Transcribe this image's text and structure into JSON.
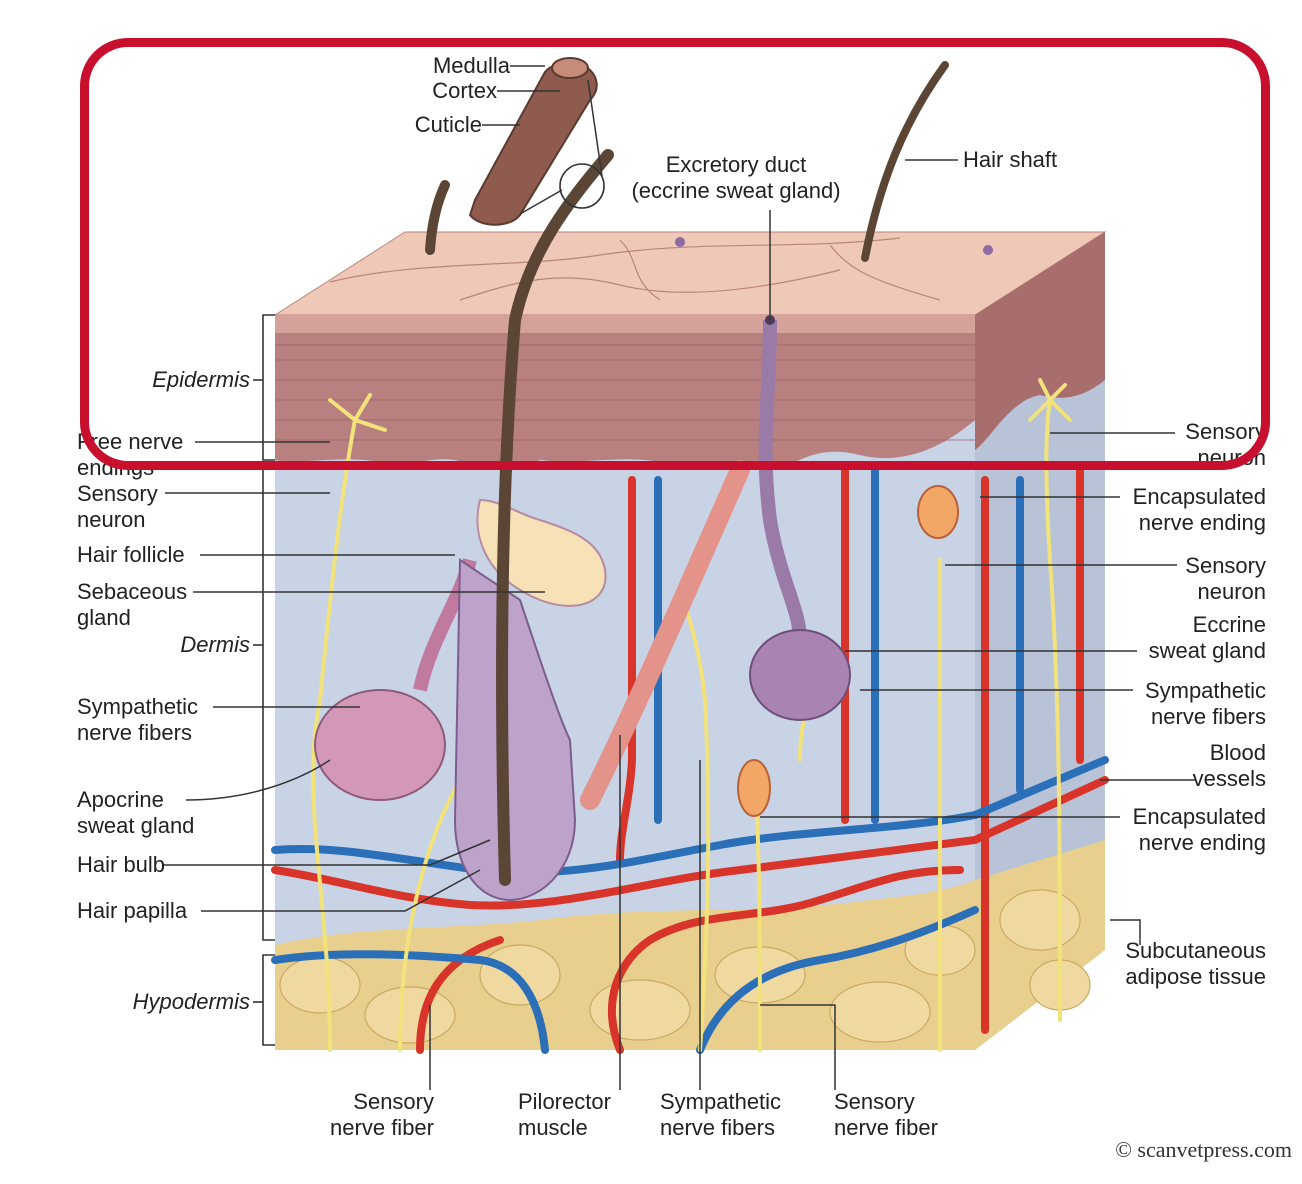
{
  "labels": {
    "medulla": "Medulla",
    "cortex": "Cortex",
    "cuticle": "Cuticle",
    "excretory_duct_1": "Excretory duct",
    "excretory_duct_2": "(eccrine sweat gland)",
    "hair_shaft": "Hair shaft",
    "epidermis": "Epidermis",
    "dermis": "Dermis",
    "hypodermis": "Hypodermis",
    "free_nerve_1": "Free nerve",
    "free_nerve_2": "endings",
    "sensory_neuron_left_1": "Sensory",
    "sensory_neuron_left_2": "neuron",
    "hair_follicle": "Hair follicle",
    "sebaceous_1": "Sebaceous",
    "sebaceous_2": "gland",
    "sympathetic_left_1": "Sympathetic",
    "sympathetic_left_2": "nerve fibers",
    "apocrine_1": "Apocrine",
    "apocrine_2": "sweat gland",
    "hair_bulb": "Hair bulb",
    "hair_papilla": "Hair papilla",
    "sensory_neuron_r1_1": "Sensory",
    "sensory_neuron_r1_2": "neuron",
    "encapsulated_r1_1": "Encapsulated",
    "encapsulated_r1_2": "nerve ending",
    "sensory_neuron_r2_1": "Sensory",
    "sensory_neuron_r2_2": "neuron",
    "eccrine_1": "Eccrine",
    "eccrine_2": "sweat gland",
    "sympathetic_right_1": "Sympathetic",
    "sympathetic_right_2": "nerve fibers",
    "blood_1": "Blood",
    "blood_2": "vessels",
    "encapsulated_r2_1": "Encapsulated",
    "encapsulated_r2_2": "nerve ending",
    "subcutaneous_1": "Subcutaneous",
    "subcutaneous_2": "adipose tissue",
    "bottom_sensory_1": "Sensory",
    "bottom_sensory_2": "nerve fiber",
    "bottom_pilorector_1": "Pilorector",
    "bottom_pilorector_2": "muscle",
    "bottom_sympathetic_1": "Sympathetic",
    "bottom_sympathetic_2": "nerve fibers",
    "bottom_sensory2_1": "Sensory",
    "bottom_sensory2_2": "nerve fiber"
  },
  "credit": "© scanvetpress.com",
  "colors": {
    "highlight": "#c8102e",
    "skin_top": "#efc8b8",
    "epidermis": "#b98080",
    "dermis": "#c9d3e6",
    "hypodermis": "#e8cf8e",
    "artery": "#d9342a",
    "vein": "#2b6fb8",
    "nerve": "#f2e27a",
    "hair": "#5b4636"
  }
}
